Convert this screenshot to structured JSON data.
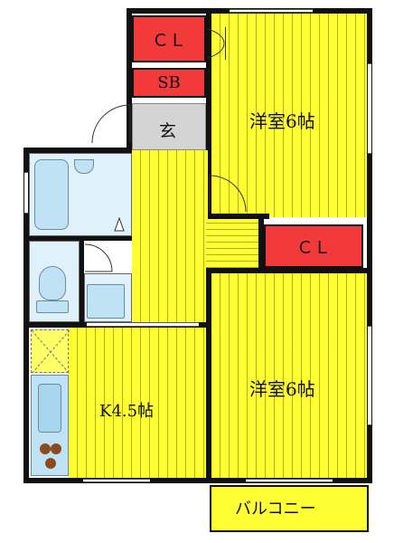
{
  "rooms": {
    "western_top": "洋室6帖",
    "western_bottom": "洋室6帖",
    "kitchen": "K4.5帖",
    "closet_top": "ＣＬ",
    "closet_mid": "ＣＬ",
    "shoe_box": "SB",
    "entrance": "玄",
    "balcony": "バルコニー"
  },
  "colors": {
    "room_fill": "#ffff33",
    "storage_fill": "#f23a3a",
    "entrance_fill": "#d4d4d4",
    "wet_area_fill": "#bfe3f5",
    "wall": "#111111"
  }
}
